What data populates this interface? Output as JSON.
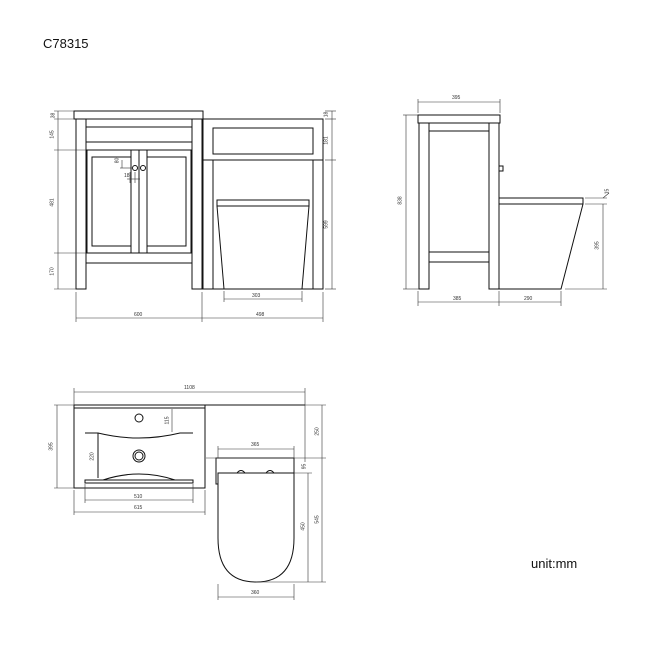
{
  "title": "C78315",
  "unit_label": "unit:mm",
  "colors": {
    "line": "#111111",
    "dim_line": "#333333",
    "background": "#ffffff"
  },
  "front_view": {
    "left_heights": [
      "38",
      "145",
      "481",
      "170"
    ],
    "handle_offset_vertical": "80",
    "handle_offset_horizontal": "18",
    "right_heights": [
      "18",
      "181",
      "599"
    ],
    "pan_width": "303",
    "widths": [
      "600",
      "498"
    ]
  },
  "side_view": {
    "top_depth": "395",
    "total_height": "838",
    "pan_height": "395",
    "seat_thickness": "15",
    "bottom_widths": [
      "385",
      "290"
    ]
  },
  "plan_view": {
    "overall_width": "1108",
    "basin_depth": "395",
    "tap_offset": "115",
    "bowl_depth": "220",
    "bowl_width": "510",
    "basin_width": "615",
    "cistern_depth": "250",
    "seat_width": "365",
    "seat_gap": "95",
    "pan_length": "450",
    "total_depth": "545",
    "pan_width": "360"
  }
}
